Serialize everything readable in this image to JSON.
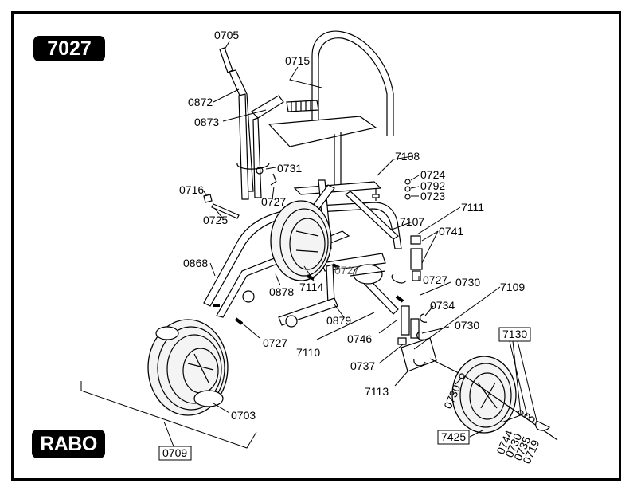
{
  "model_number": "7027",
  "brand": "RABO",
  "parts": {
    "p0705": "0705",
    "p0715": "0715",
    "p0872": "0872",
    "p0873": "0873",
    "p7108": "7108",
    "p0731": "0731",
    "p0724": "0724",
    "p0792": "0792",
    "p0723": "0723",
    "p0716": "0716",
    "p0727a": "0727",
    "p0725": "0725",
    "p7111": "7111",
    "p7107": "7107",
    "p0741": "0741",
    "p0868": "0868",
    "p0727b": "0727",
    "p0727c": "0727",
    "p0878": "0878",
    "p7114": "7114",
    "p0730a": "0730",
    "p7109": "7109",
    "p0734": "0734",
    "p0879": "0879",
    "p0730b": "0730",
    "p0746": "0746",
    "p0727d": "0727",
    "p7110": "7110",
    "p7130": "7130",
    "p0737": "0737",
    "p7113": "7113",
    "p0730c": "0730",
    "p0703": "0703",
    "p7425": "7425",
    "p0744": "0744",
    "p0730d": "0730",
    "p0735": "0735",
    "p0719": "0719",
    "p0709": "0709"
  }
}
